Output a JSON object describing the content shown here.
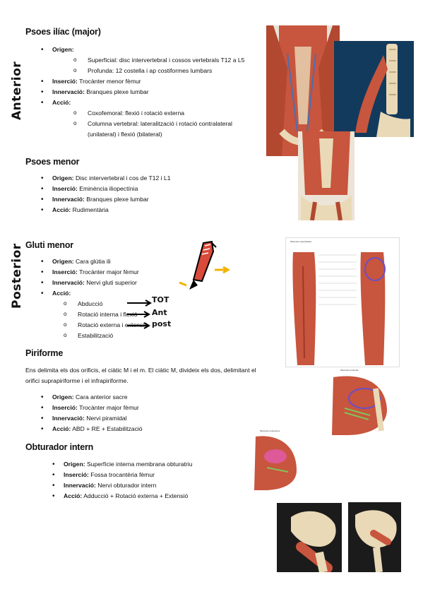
{
  "side_labels": {
    "anterior": "Anterior",
    "posterior": "Posterior"
  },
  "psoes_iliac": {
    "title": "Psoes ilíac (major)",
    "origen_label": "Origen",
    "origen_sub": [
      "Superficial: disc intervertebral i cossos vertebrals T12 a L5",
      "Profunda: 12 costella i ap costiformes lumbars"
    ],
    "insercio_label": "Inserció",
    "insercio": "Trocànter menor fèmur",
    "innervacio_label": "Innervació",
    "innervacio": "Branques plexe lumbar",
    "accio_label": "Acció",
    "accio_sub": [
      "Coxofemoral: flexió i rotació externa",
      "Columna vertebral: lateralització i rotació contralateral (unilateral) i flexió (bilateral)"
    ]
  },
  "psoes_menor": {
    "title": "Psoes menor",
    "origen_label": "Origen",
    "origen": "Disc intervertebral i cos de T12 i L1",
    "insercio_label": "Inserció",
    "insercio": "Eminència iliopectínia",
    "innervacio_label": "Innervació",
    "innervacio": "Branques plexe lumbar",
    "accio_label": "Acció",
    "accio": "Rudimentària"
  },
  "gluti_menor": {
    "title": "Gluti menor",
    "origen_label": "Origen",
    "origen": "Cara glútia ili",
    "insercio_label": "Inserció",
    "insercio": "Trocànter major fèmur",
    "innervacio_label": "Innervació",
    "innervacio": "Nervi gluti superior",
    "accio_label": "Acció",
    "accio_sub": [
      "Abducció",
      "Rotació interna i flexió",
      "Rotació externa i extensió",
      "Estabilització"
    ],
    "handwritten": [
      "TOT",
      "Ant",
      "post"
    ]
  },
  "piriforme": {
    "title": "Piriforme",
    "paragraph": "Ens delimita els dos orificis, el ciàtic M i el m. El ciàtic M, divideix els dos, delimitant el orifici suprapiriforme i el infrapiriforme.",
    "origen_label": "Origen",
    "origen": "Cara anterior sacre",
    "insercio_label": "Inserció",
    "insercio": "Trocànter major fèmur",
    "innervacio_label": "Innervació",
    "innervacio": "Nervi piramidal",
    "accio_label": "Acció",
    "accio": "ABD + RE + Estabilització"
  },
  "obturador_intern": {
    "title": "Obturador intern",
    "origen_label": "Origen",
    "origen": "Superfície interna membrana obturatriu",
    "insercio_label": "Inserció",
    "insercio": "Fossa trocantèria fèmur",
    "innervacio_label": "Innervació",
    "innervacio": "Nervi obturador intern",
    "accio_label": "Acció",
    "accio": "Adducció + Rotació externa + Extensió"
  },
  "figure_labels": {
    "musculos_superficial": "Músculos superficiales",
    "musculos_profunda": "Músculos profunda",
    "musculos_posteriores": "Músculos posteriores"
  },
  "colors": {
    "muscle": "#c8553d",
    "muscle_dark": "#9e3a28",
    "bone": "#e9d9b6",
    "bg_blue": "#123a5c",
    "accent_purple": "#6a4fc7"
  }
}
